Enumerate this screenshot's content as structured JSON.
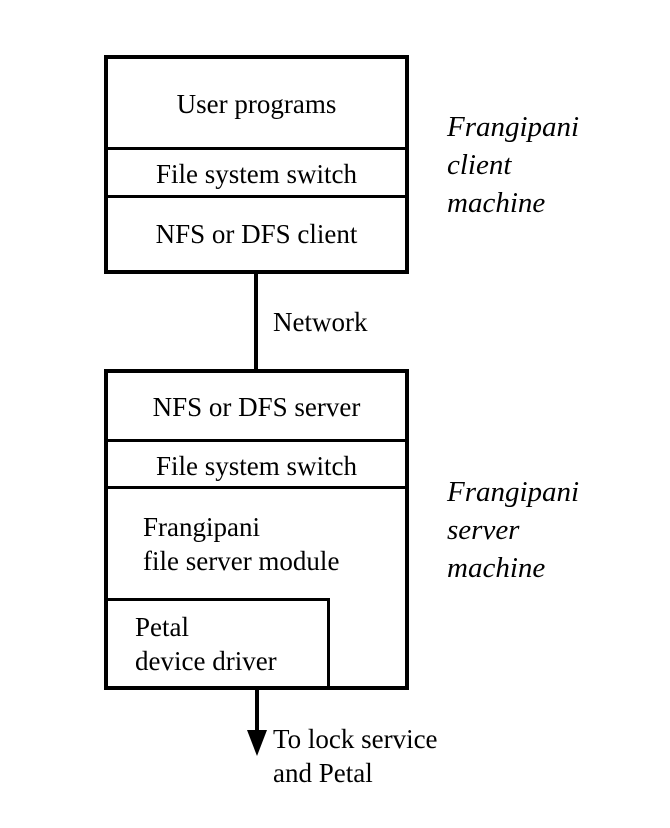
{
  "client": {
    "layers": [
      "User programs",
      "File system switch",
      "NFS or DFS client"
    ],
    "caption": [
      "Frangipani",
      "client",
      "machine"
    ]
  },
  "network_label": "Network",
  "server": {
    "layers": [
      "NFS or DFS server",
      "File system switch"
    ],
    "module_lines": [
      "Frangipani",
      "file server module"
    ],
    "driver_lines": [
      "Petal",
      "device driver"
    ],
    "caption": [
      "Frangipani",
      "server",
      "machine"
    ]
  },
  "outgoing_label": [
    "To lock service",
    "and Petal"
  ]
}
